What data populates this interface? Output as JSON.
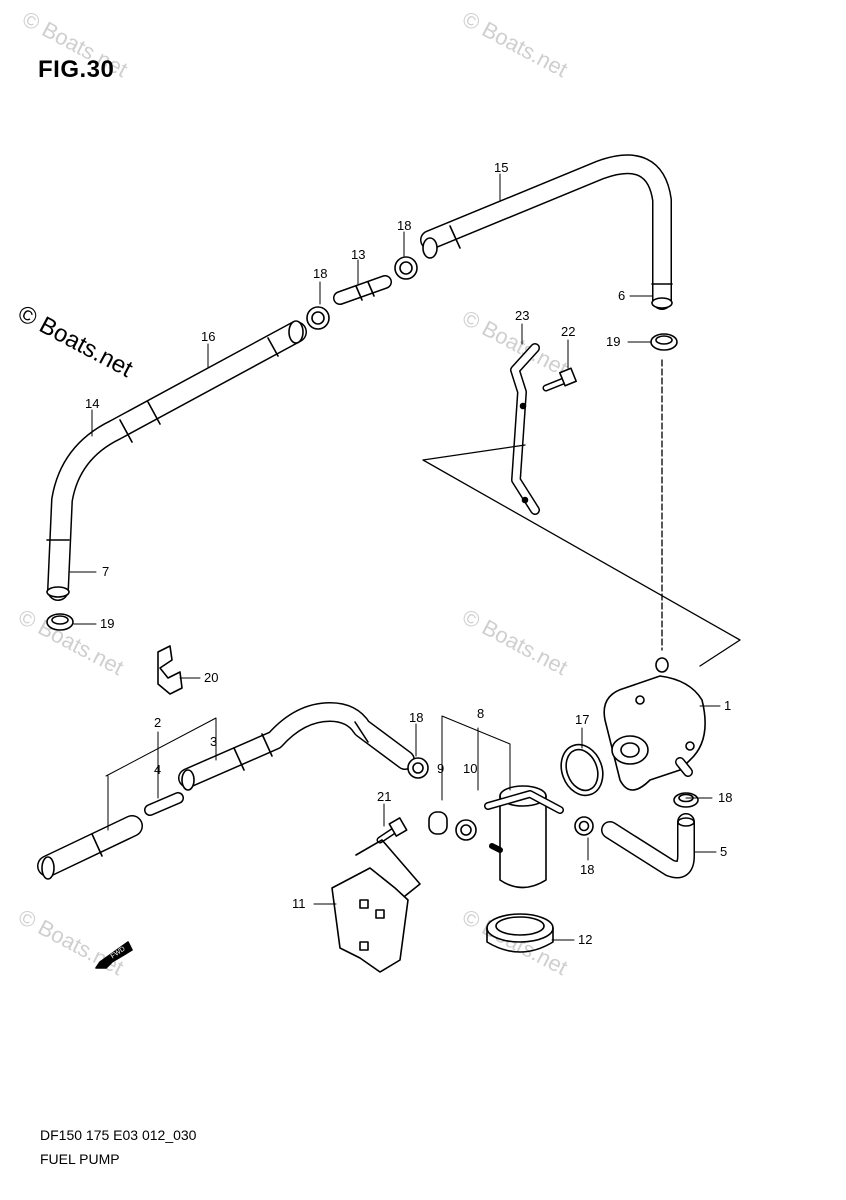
{
  "figure": {
    "title": "FIG.30"
  },
  "watermark": {
    "text": "© Boats.net"
  },
  "footer": {
    "model_code": "DF150 175 E03 012_030",
    "name": "FUEL PUMP"
  },
  "fwd_label": "FWD",
  "callouts": [
    {
      "id": "15",
      "label": "15"
    },
    {
      "id": "18a",
      "label": "18"
    },
    {
      "id": "13",
      "label": "13"
    },
    {
      "id": "18b",
      "label": "18"
    },
    {
      "id": "6",
      "label": "6"
    },
    {
      "id": "23",
      "label": "23"
    },
    {
      "id": "22",
      "label": "22"
    },
    {
      "id": "19a",
      "label": "19"
    },
    {
      "id": "16",
      "label": "16"
    },
    {
      "id": "14",
      "label": "14"
    },
    {
      "id": "7",
      "label": "7"
    },
    {
      "id": "19b",
      "label": "19"
    },
    {
      "id": "20",
      "label": "20"
    },
    {
      "id": "1",
      "label": "1"
    },
    {
      "id": "2",
      "label": "2"
    },
    {
      "id": "3",
      "label": "3"
    },
    {
      "id": "4",
      "label": "4"
    },
    {
      "id": "18c",
      "label": "18"
    },
    {
      "id": "8",
      "label": "8"
    },
    {
      "id": "9",
      "label": "9"
    },
    {
      "id": "10",
      "label": "10"
    },
    {
      "id": "17",
      "label": "17"
    },
    {
      "id": "18d",
      "label": "18"
    },
    {
      "id": "21",
      "label": "21"
    },
    {
      "id": "5",
      "label": "5"
    },
    {
      "id": "18e",
      "label": "18"
    },
    {
      "id": "11",
      "label": "11"
    },
    {
      "id": "12",
      "label": "12"
    }
  ]
}
